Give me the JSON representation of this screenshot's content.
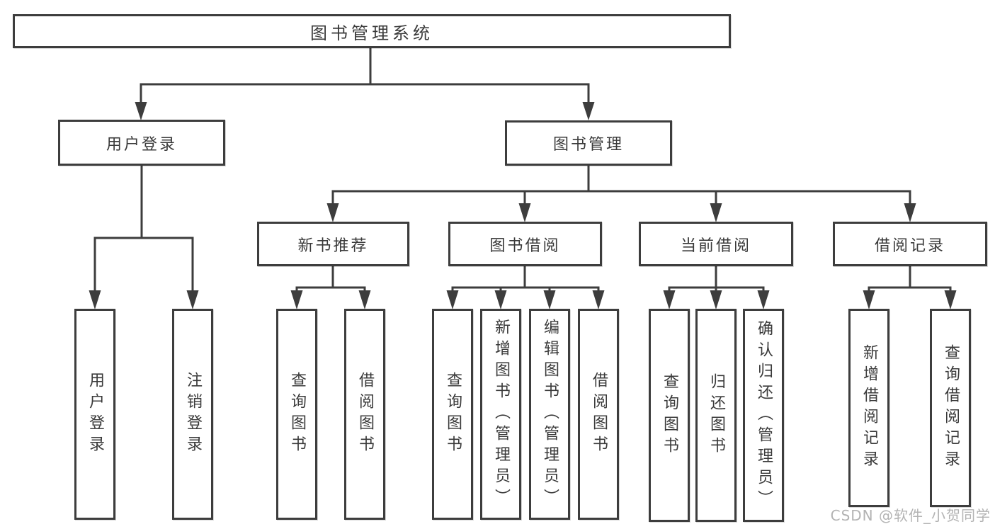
{
  "colors": {
    "line": "#3d3d3d",
    "text": "#3a3a3a",
    "box_bg": "#ffffff",
    "page_bg": "#ffffff",
    "watermark": "#b3b3b3"
  },
  "watermark": "CSDN @软件_小贺同学",
  "tree": {
    "label": "图书管理系统",
    "children": [
      {
        "label": "用户登录",
        "children": [
          {
            "label": "用户登录"
          },
          {
            "label": "注销登录"
          }
        ]
      },
      {
        "label": "图书管理",
        "children": [
          {
            "label": "新书推荐",
            "children": [
              {
                "label": "查询图书"
              },
              {
                "label": "借阅图书"
              }
            ]
          },
          {
            "label": "图书借阅",
            "children": [
              {
                "label": "查询图书"
              },
              {
                "label": "新增图书（管理员）"
              },
              {
                "label": "编辑图书（管理员）"
              },
              {
                "label": "借阅图书"
              }
            ]
          },
          {
            "label": "当前借阅",
            "children": [
              {
                "label": "查询图书"
              },
              {
                "label": "归还图书"
              },
              {
                "label": "确认归还（管理员）"
              }
            ]
          },
          {
            "label": "借阅记录",
            "children": [
              {
                "label": "新增借阅记录"
              },
              {
                "label": "查询借阅记录"
              }
            ]
          }
        ]
      }
    ]
  }
}
